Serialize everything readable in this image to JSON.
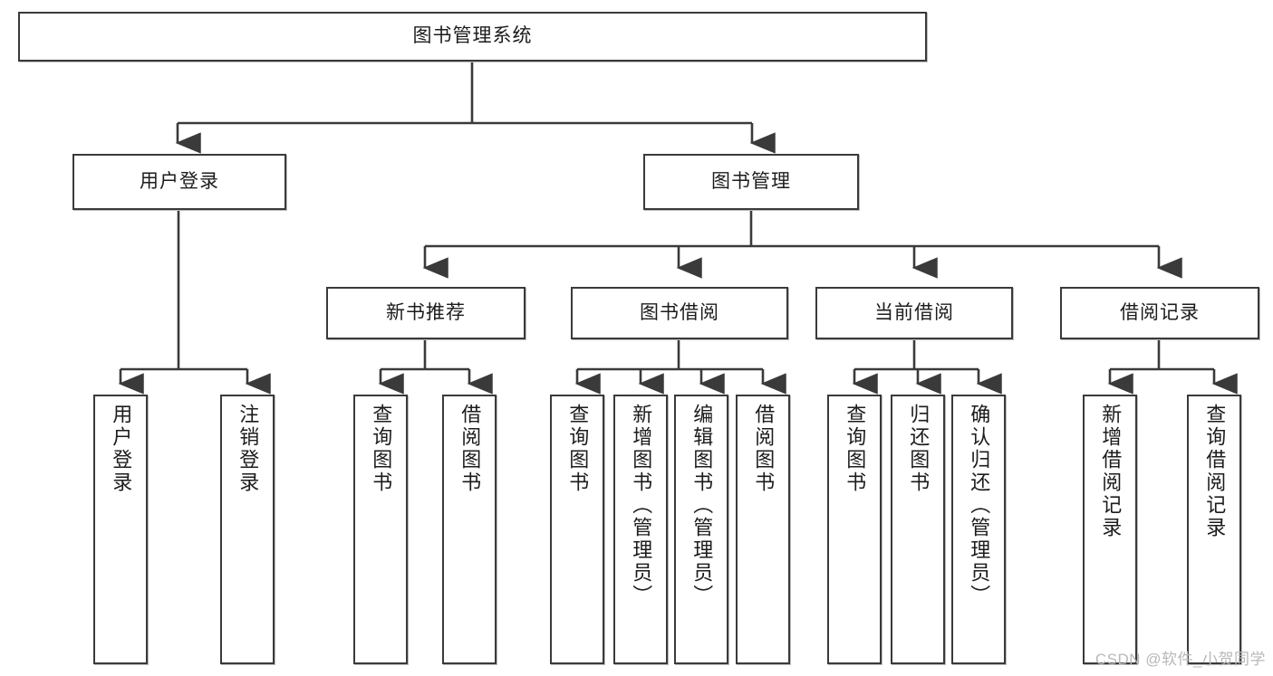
{
  "diagram": {
    "type": "tree",
    "title": "图书管理系统",
    "watermark": "CSDN @软件_小贺同学",
    "colors": {
      "stroke": "#3a3a3a",
      "fill": "#ffffff",
      "text": "#1c1c1c",
      "watermark": "#b8b8b8"
    },
    "levels": {
      "root": {
        "label": "图书管理系统"
      },
      "level2": [
        {
          "label": "用户登录"
        },
        {
          "label": "图书管理"
        }
      ],
      "level3": [
        {
          "label": "新书推荐"
        },
        {
          "label": "图书借阅"
        },
        {
          "label": "当前借阅"
        },
        {
          "label": "借阅记录"
        }
      ],
      "leaves": [
        {
          "label": "用户登录",
          "parent": "用户登录"
        },
        {
          "label": "注销登录",
          "parent": "用户登录"
        },
        {
          "label": "查询图书",
          "parent": "新书推荐"
        },
        {
          "label": "借阅图书",
          "parent": "新书推荐"
        },
        {
          "label": "查询图书",
          "parent": "图书借阅"
        },
        {
          "label": "新增图书（管理员）",
          "parent": "图书借阅"
        },
        {
          "label": "编辑图书（管理员）",
          "parent": "图书借阅"
        },
        {
          "label": "借阅图书",
          "parent": "图书借阅"
        },
        {
          "label": "查询图书",
          "parent": "当前借阅"
        },
        {
          "label": "归还图书",
          "parent": "当前借阅"
        },
        {
          "label": "确认归还（管理员）",
          "parent": "当前借阅"
        },
        {
          "label": "新增借阅记录",
          "parent": "借阅记录"
        },
        {
          "label": "查询借阅记录",
          "parent": "借阅记录"
        }
      ]
    }
  }
}
